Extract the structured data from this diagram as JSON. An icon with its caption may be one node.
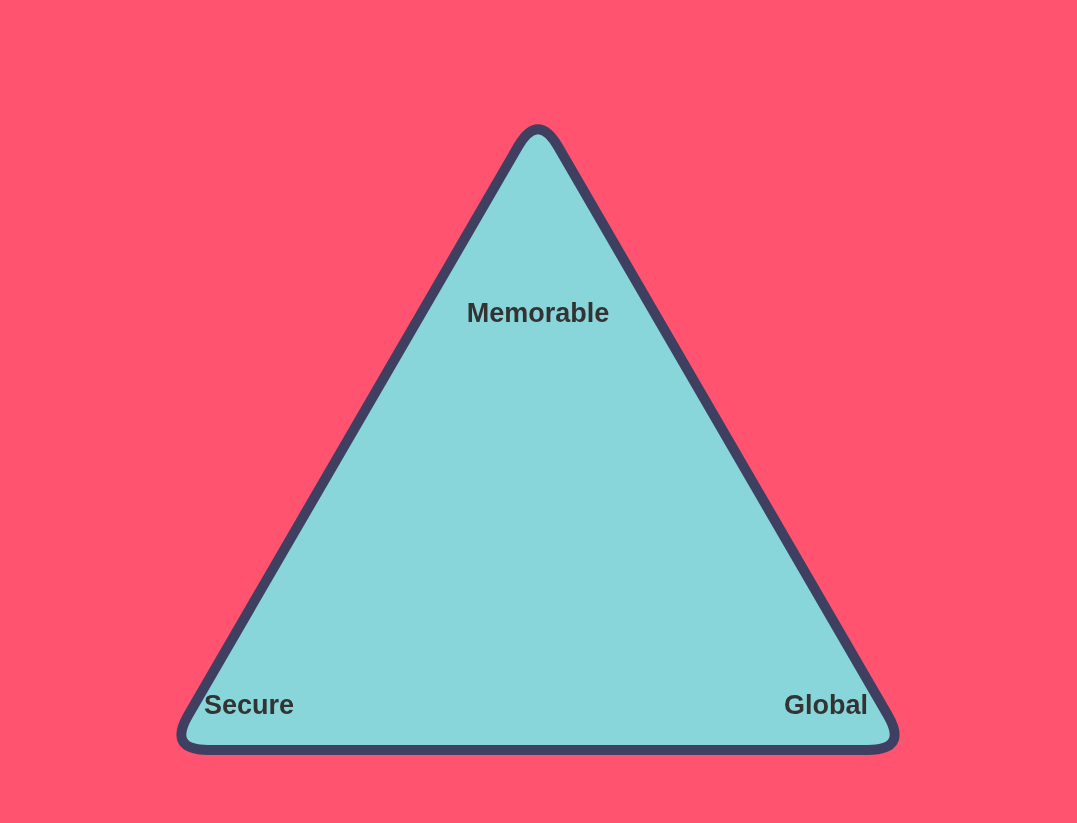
{
  "diagram": {
    "nodes": [
      {
        "text": [
          "Memorable",
          "Secure",
          "Global"
        ]
      }
    ],
    "edges": []
  }
}
